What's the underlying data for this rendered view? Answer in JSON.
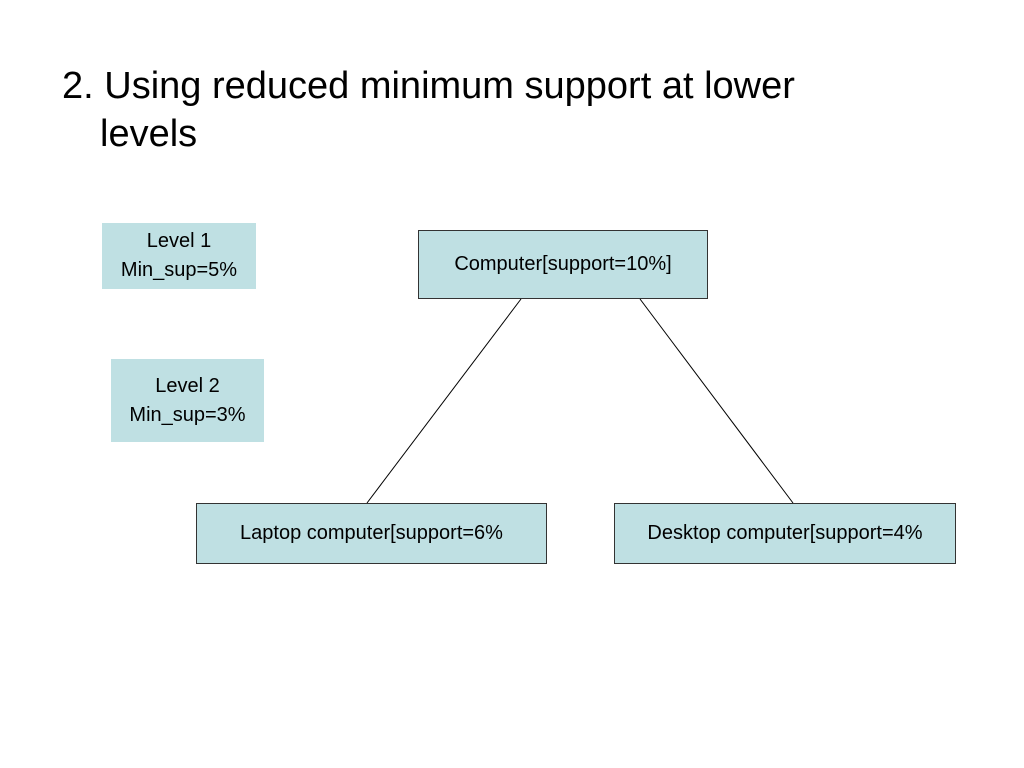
{
  "title": {
    "line1": "2. Using reduced minimum support at lower",
    "line2": "levels"
  },
  "levels": [
    {
      "name": "Level 1",
      "min_sup": "Min_sup=5%"
    },
    {
      "name": "Level 2",
      "min_sup": "Min_sup=3%"
    }
  ],
  "tree": {
    "root": "Computer[support=10%]",
    "children": [
      "Laptop computer[support=6%",
      "Desktop computer[support=4%"
    ]
  },
  "colors": {
    "box_fill": "#bfe0e3",
    "border": "#333333"
  }
}
